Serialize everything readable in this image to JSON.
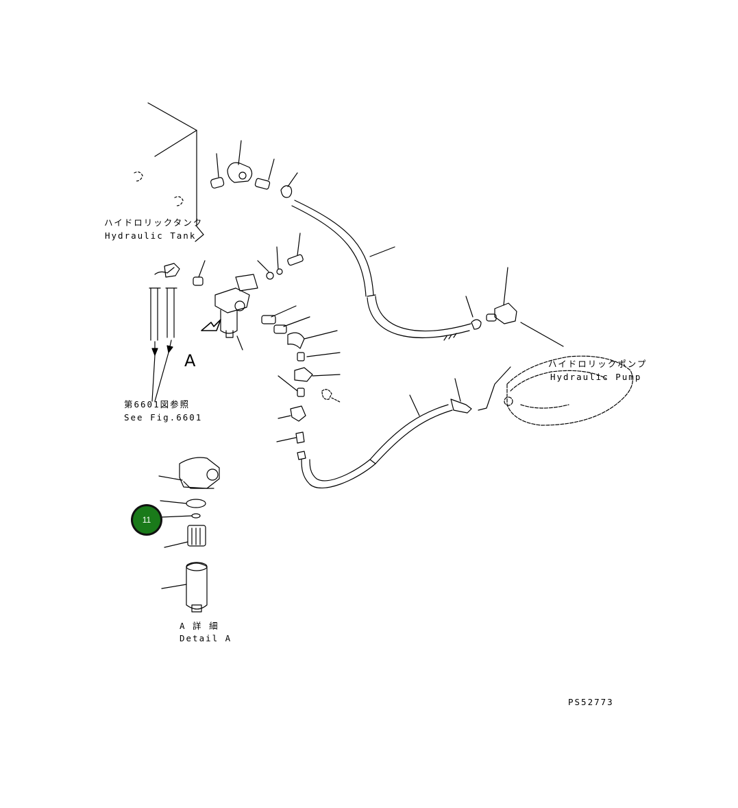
{
  "labels": {
    "tank_jp": "ハイドロリックタンク",
    "tank_en": "Hydraulic Tank",
    "pump_jp": "ハイドロリックポンプ",
    "pump_en": "Hydraulic Pump",
    "seefig_jp": "第6601図参照",
    "seefig_en": "See Fig.6601",
    "view_marker": "A",
    "detail_jp": "A 詳 細",
    "detail_en": "Detail A",
    "drawing_id": "PS52773"
  },
  "callouts": [
    {
      "number": "11",
      "color": "#1a7a1a"
    }
  ],
  "colors": {
    "line": "#000000",
    "background": "#ffffff",
    "callout_fill": "#1a7a1a"
  }
}
